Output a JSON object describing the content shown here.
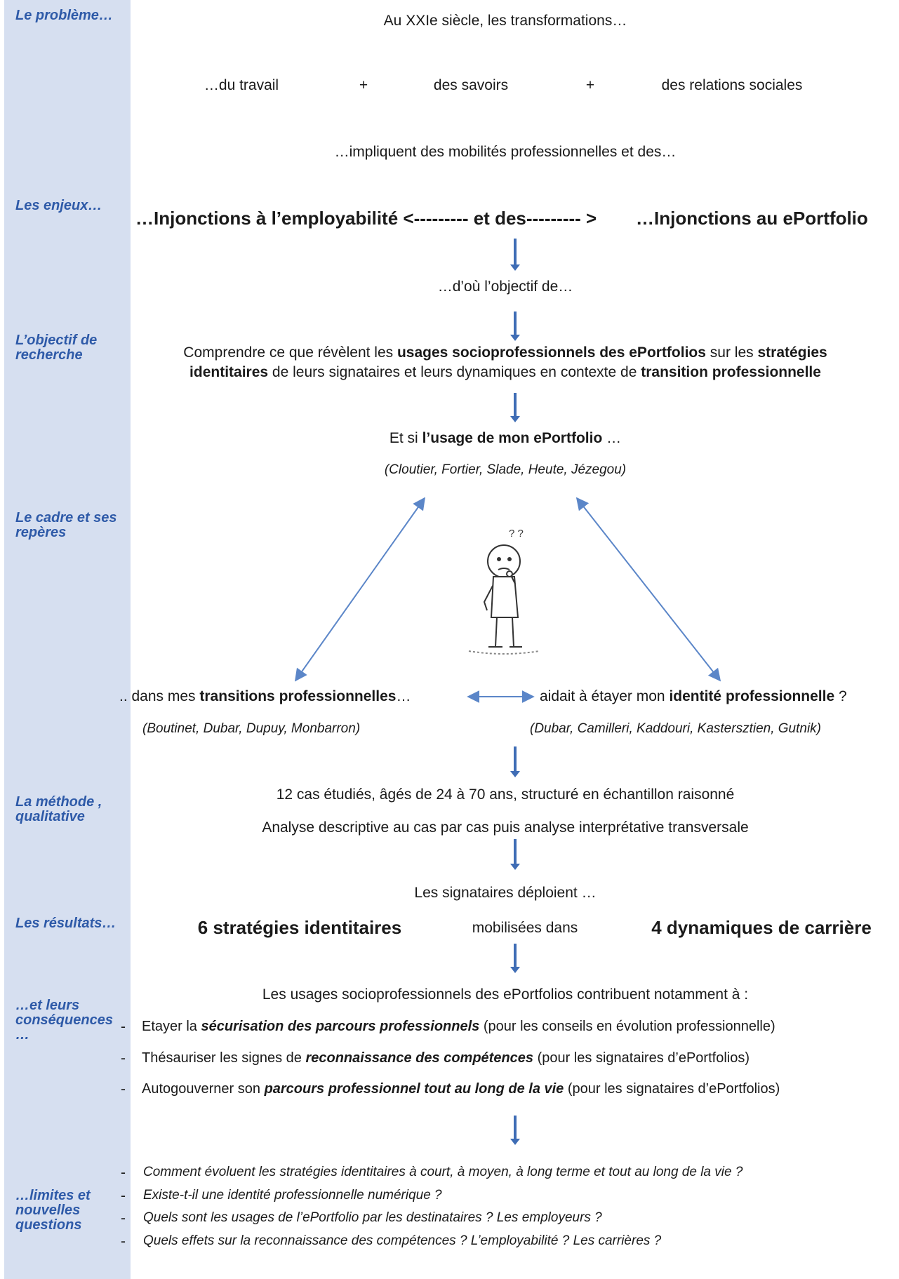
{
  "sidebar": {
    "probleme": "Le problème…",
    "enjeux": "Les enjeux…",
    "objectif": "L’objectif de recherche",
    "cadre": "Le cadre et ses repères",
    "methode": "La méthode , qualitative",
    "resultats": "Les résultats…",
    "consequences": "…et leurs conséquences …",
    "limites": "…limites et nouvelles questions"
  },
  "probleme": {
    "line1": "Au XXIe siècle, les transformations…",
    "item1": "…du travail",
    "plus": "+",
    "item2": "des savoirs",
    "item3": "des relations sociales",
    "line3": "…impliquent  des mobilités professionnelles et des…"
  },
  "enjeux": {
    "left": "…Injonctions à l’employabilité <--------- et des--------- >",
    "right": "…Injonctions au ePortfolio",
    "dou": "…d’où l’objectif de…"
  },
  "objectif": {
    "l1_a": "Comprendre ce que révèlent les ",
    "l1_b": "usages socioprofessionnels des ePortfolios",
    "l1_c": " sur les ",
    "l1_d": "stratégies",
    "l2_a": "identitaires",
    "l2_b": " de leurs signataires et leurs dynamiques en contexte de ",
    "l2_c": "transition professionnelle"
  },
  "cadre": {
    "q_a": "Et si ",
    "q_b": "l’usage de mon ePortfolio",
    "q_c": " …",
    "cite_top": "(Cloutier, Fortier, Slade, Heute, Jézegou)",
    "thought": "? ?",
    "left_a": ".. dans mes ",
    "left_b": "transitions professionnelles",
    "left_c": "…",
    "right_a": "aidait à étayer mon ",
    "right_b": "identité professionnelle",
    "right_c": " ?",
    "cite_left": "(Boutinet, Dubar, Dupuy, Monbarron)",
    "cite_right": "(Dubar, Camilleri, Kaddouri, Kastersztien, Gutnik)"
  },
  "methode": {
    "line1": "12 cas étudiés, âgés de 24 à 70 ans, structuré en échantillon raisonné",
    "line2": "Analyse descriptive au cas par cas puis analyse interprétative transversale"
  },
  "resultats": {
    "intro": "Les signataires déploient …",
    "left": "6 stratégies identitaires",
    "mid": "mobilisées dans",
    "right": "4 dynamiques de carrière"
  },
  "consequences": {
    "intro": "Les usages socioprofessionnels des ePortfolios contribuent notamment à :",
    "dash": "-",
    "b1_a": "Etayer la ",
    "b1_b": "sécurisation des parcours professionnels",
    "b1_c": " (pour les conseils en évolution professionnelle)",
    "b2_a": "Thésauriser les signes de ",
    "b2_b": "reconnaissance des compétences",
    "b2_c": " (pour les signataires d’ePortfolios)",
    "b3_a": "Autogouverner son ",
    "b3_b": "parcours professionnel tout au long de la vie",
    "b3_c": " (pour les signataires d’ePortfolios)"
  },
  "limites": {
    "q1": "Comment évoluent les stratégies identitaires à court, à moyen, à long terme et tout au long de la vie ?",
    "q2": "Existe-t-il une identité professionnelle numérique ?",
    "q3": "Quels sont les usages de l’ePortfolio par les destinataires ? Les employeurs ?",
    "q4": "Quels effets sur la reconnaissance des compétences ? L’employabilité ? Les carrières ?"
  },
  "colors": {
    "sidebar": "#d6dff0",
    "label": "#2e5aa8",
    "arrow": "#3f6db5",
    "line": "#5b86c8"
  }
}
